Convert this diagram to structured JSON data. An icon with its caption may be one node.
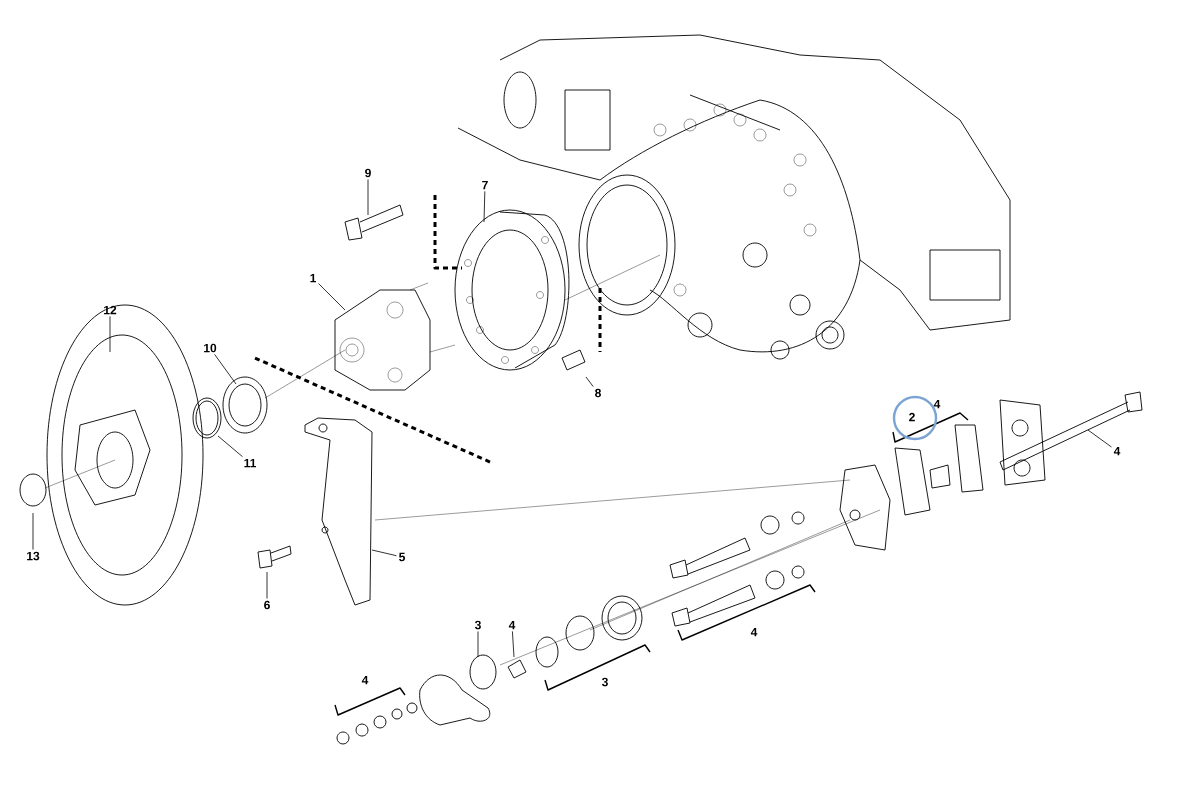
{
  "diagram": {
    "nodes": [
      {
        "text": [
          "9"
        ]
      },
      {
        "text": [
          "7"
        ]
      },
      {
        "text": [
          "1"
        ]
      },
      {
        "text": [
          "12"
        ]
      },
      {
        "text": [
          "10"
        ]
      },
      {
        "text": [
          "11"
        ]
      },
      {
        "text": [
          "13"
        ]
      },
      {
        "text": [
          "5"
        ]
      },
      {
        "text": [
          "6"
        ]
      },
      {
        "text": [
          "8"
        ]
      },
      {
        "text": [
          "4"
        ]
      },
      {
        "text": [
          "3"
        ]
      },
      {
        "text": [
          "4"
        ]
      }
    ],
    "edges": [
      {
        "from": 0,
        "to": null,
        "arrow": "none"
      },
      {
        "from": 1,
        "to": null,
        "arrow": "none"
      },
      {
        "from": 2,
        "to": null,
        "arrow": "none"
      },
      {
        "from": 3,
        "to": null,
        "arrow": "none"
      },
      {
        "from": 4,
        "to": null,
        "arrow": "none"
      },
      {
        "from": 5,
        "to": null,
        "arrow": "none"
      },
      {
        "from": 6,
        "to": null,
        "arrow": "none"
      },
      {
        "from": 7,
        "to": null,
        "arrow": "none"
      },
      {
        "from": 8,
        "to": null,
        "arrow": "none"
      },
      {
        "from": 9,
        "to": null,
        "arrow": "none"
      },
      {
        "from": 10,
        "to": null,
        "arrow": "none"
      },
      {
        "from": 11,
        "to": null,
        "arrow": "none"
      },
      {
        "from": 12,
        "to": null,
        "arrow": "none"
      }
    ],
    "labels": [
      "2",
      "4",
      "4",
      "4",
      "3"
    ]
  }
}
